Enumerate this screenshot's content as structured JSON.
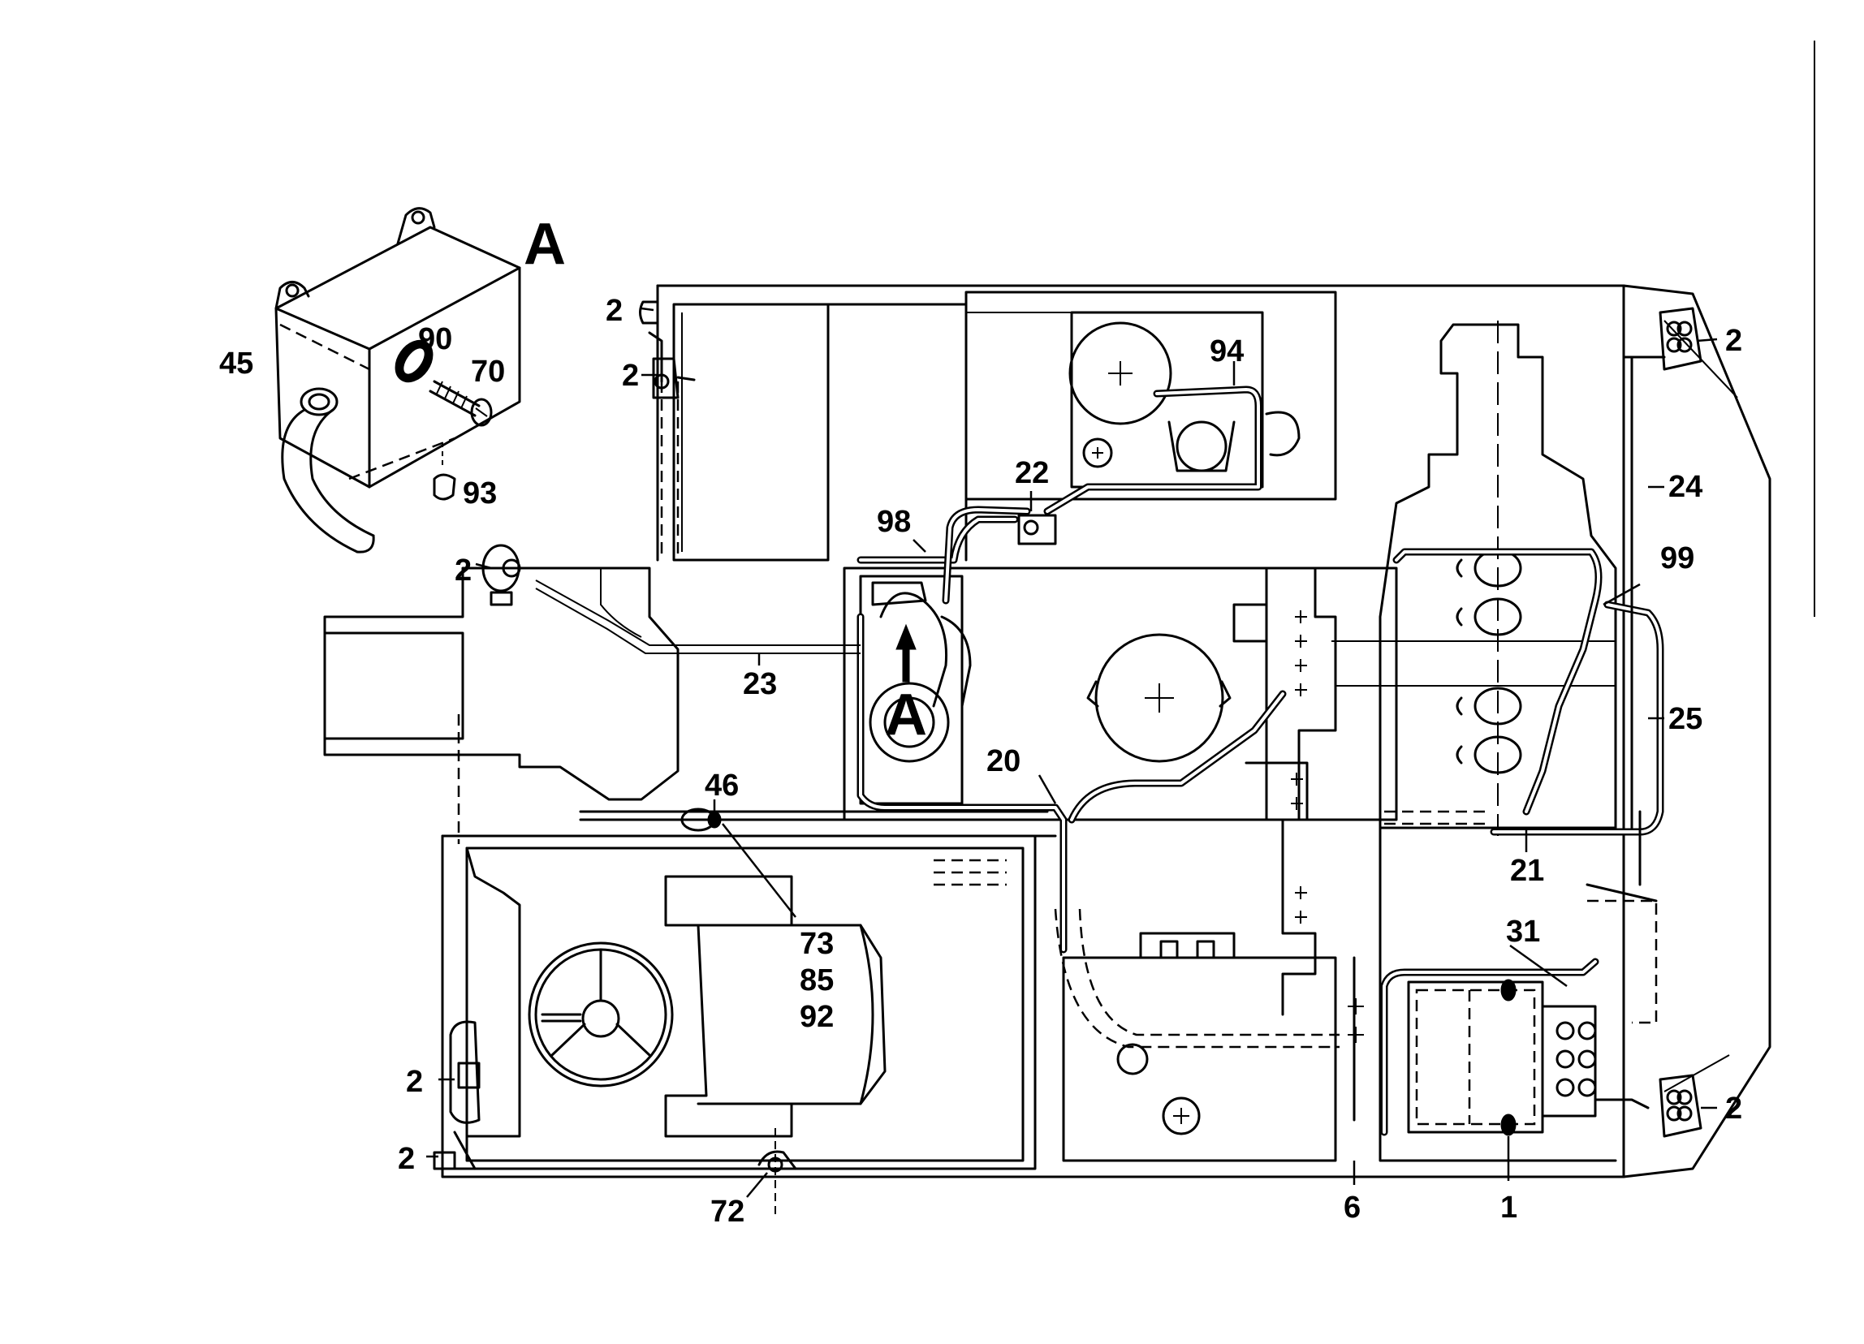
{
  "view_label": "A",
  "detail": {
    "letter": "A",
    "callouts": {
      "box": "45",
      "grommet": "90",
      "screw": "70",
      "nut": "93"
    }
  },
  "callouts": {
    "c1": "1",
    "c2": "2",
    "c6": "6",
    "c20": "20",
    "c21": "21",
    "c22": "22",
    "c23": "23",
    "c24": "24",
    "c25": "25",
    "c31": "31",
    "c46": "46",
    "c72": "72",
    "c73": "73",
    "c85": "85",
    "c92": "92",
    "c94": "94",
    "c98": "98",
    "c99": "99"
  }
}
